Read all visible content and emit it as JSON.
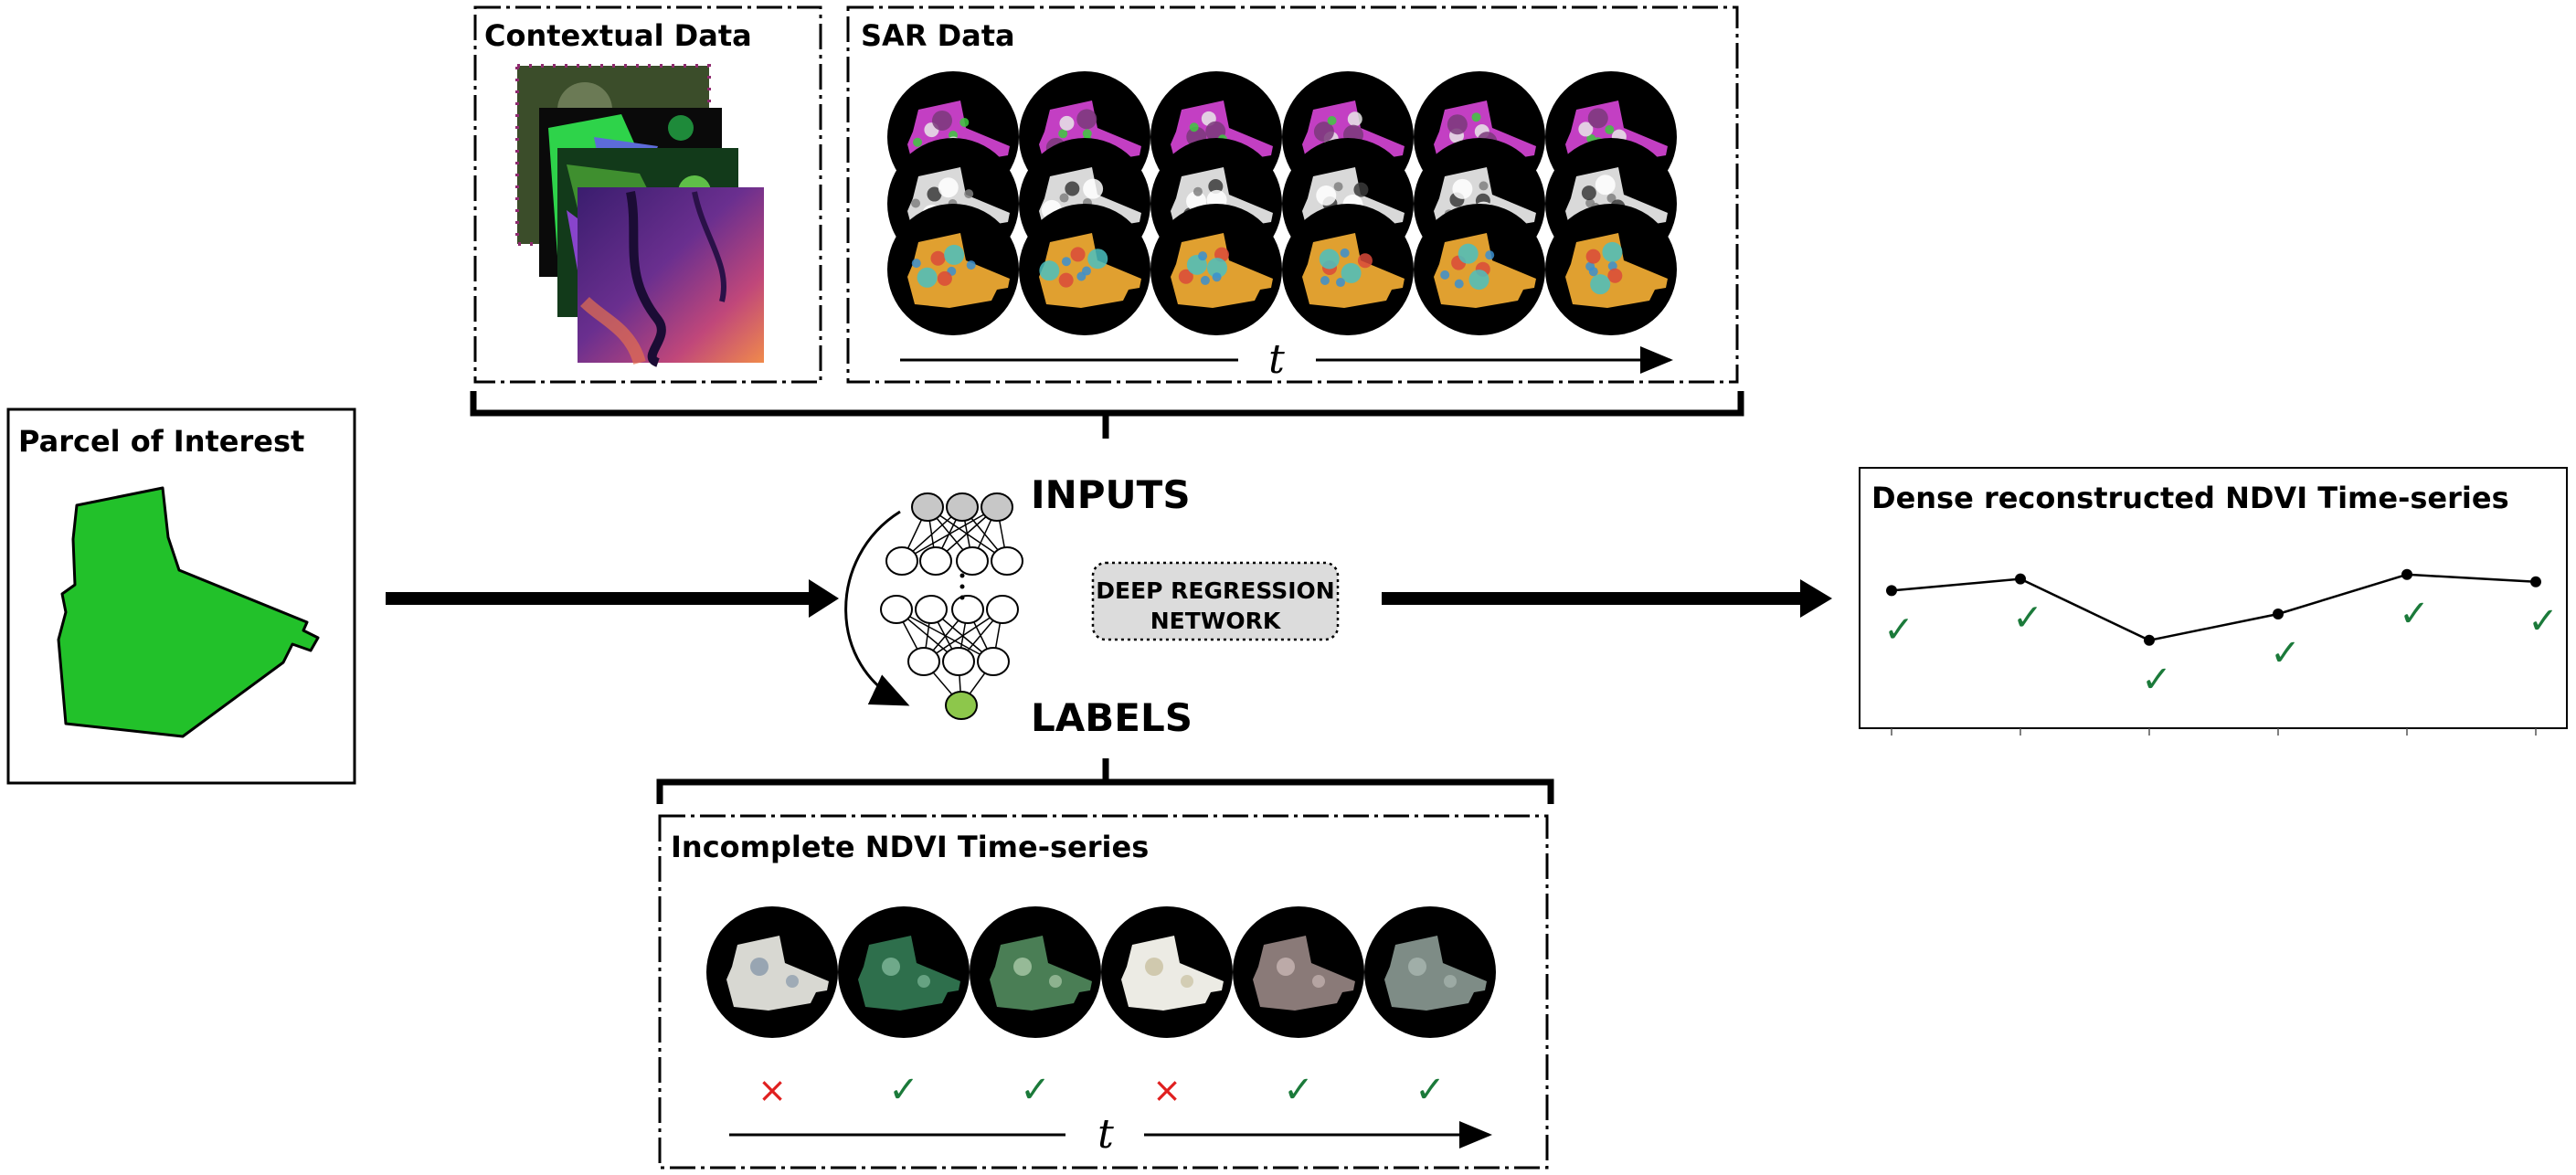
{
  "panels": {
    "contextual": {
      "title": "Contextual Data"
    },
    "sar": {
      "title": "SAR Data",
      "time_label": "t"
    },
    "parcel": {
      "title": "Parcel of Interest"
    },
    "network": {
      "inputs_label": "INPUTS",
      "labels_label": "LABELS",
      "box_line1": "DEEP REGRESSION",
      "box_line2": "NETWORK"
    },
    "ndvi_incomplete": {
      "title": "Incomplete NDVI Time-series",
      "time_label": "t",
      "observations": [
        {
          "status": "cross",
          "symbol": "×"
        },
        {
          "status": "check",
          "symbol": "✓"
        },
        {
          "status": "check",
          "symbol": "✓"
        },
        {
          "status": "cross",
          "symbol": "×"
        },
        {
          "status": "check",
          "symbol": "✓"
        },
        {
          "status": "check",
          "symbol": "✓"
        }
      ]
    },
    "dense": {
      "title": "Dense reconstructed NDVI Time-series",
      "check_symbol": "✓",
      "values": [
        0.71,
        0.79,
        0.37,
        0.55,
        0.82,
        0.77
      ]
    }
  },
  "colors": {
    "parcel_green": "#22c12a",
    "check_green": "#1b7a3a",
    "cross_red": "#e01f1f",
    "node_gray": "#c7c7c7",
    "node_green": "#8dc74b",
    "box_gray": "#dcdcdc",
    "frame_black": "#000000"
  }
}
